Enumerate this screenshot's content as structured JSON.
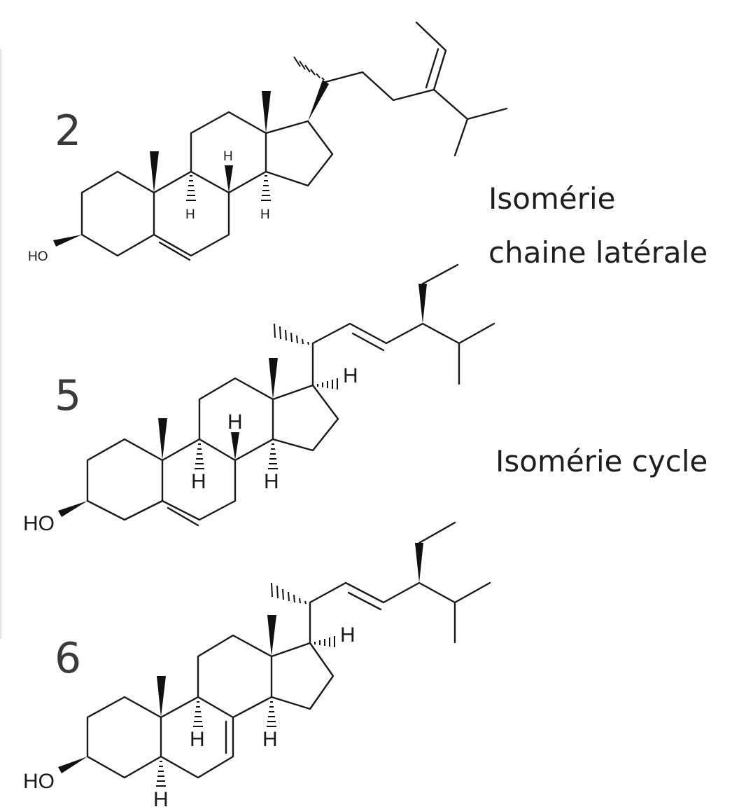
{
  "molecules": [
    {
      "number": "2",
      "atoms": {
        "ho": "HO",
        "h_c9": "H",
        "h_c8": "H",
        "h_c14": "H"
      }
    },
    {
      "number": "5",
      "atoms": {
        "ho": "HO",
        "h_c9": "H",
        "h_c8": "H",
        "h_c14": "H",
        "h_c17": "H"
      }
    },
    {
      "number": "6",
      "atoms": {
        "ho": "HO",
        "h_c9": "H",
        "h_c5": "H",
        "h_c14": "H",
        "h_c17": "H"
      }
    }
  ],
  "annotations": {
    "side_chain_isomerism": [
      "Isomérie",
      "chaine latérale"
    ],
    "ring_isomerism": "Isomérie cycle"
  }
}
